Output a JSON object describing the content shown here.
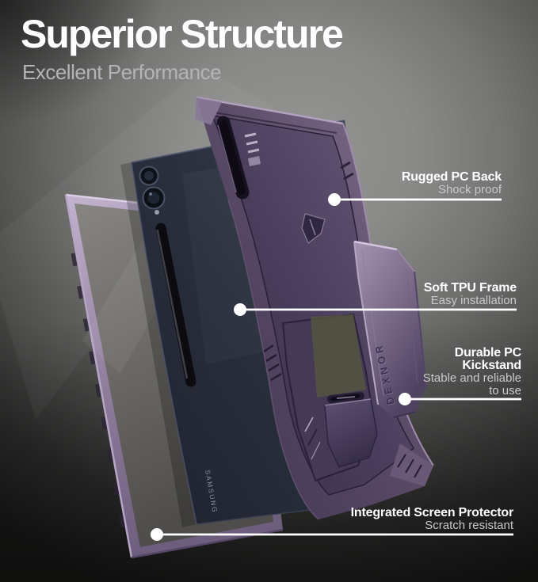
{
  "header": {
    "title": "Superior Structure",
    "subtitle": "Excellent Performance"
  },
  "callouts": [
    {
      "title": "Rugged PC Back",
      "subtitle": "Shock proof"
    },
    {
      "title": "Soft TPU Frame",
      "subtitle": "Easy installation"
    },
    {
      "title": "Durable PC Kickstand",
      "subtitle": "Stable and reliable to use"
    },
    {
      "title": "Integrated Screen Protector",
      "subtitle": "Scratch resistant"
    }
  ],
  "product": {
    "case_brand": "DEXNOR",
    "tablet_brand": "SAMSUNG"
  },
  "colors": {
    "title_text": "#ffffff",
    "subtitle_text": "#b4b4b4",
    "callout_line": "#ffffff",
    "case_purple": "#5b4c68",
    "frame_purple": "#8d7d9b",
    "kickstand_purple": "#8b7d96",
    "tablet_navy": "#2a2f3d",
    "background_gray": "#8a8a88"
  }
}
